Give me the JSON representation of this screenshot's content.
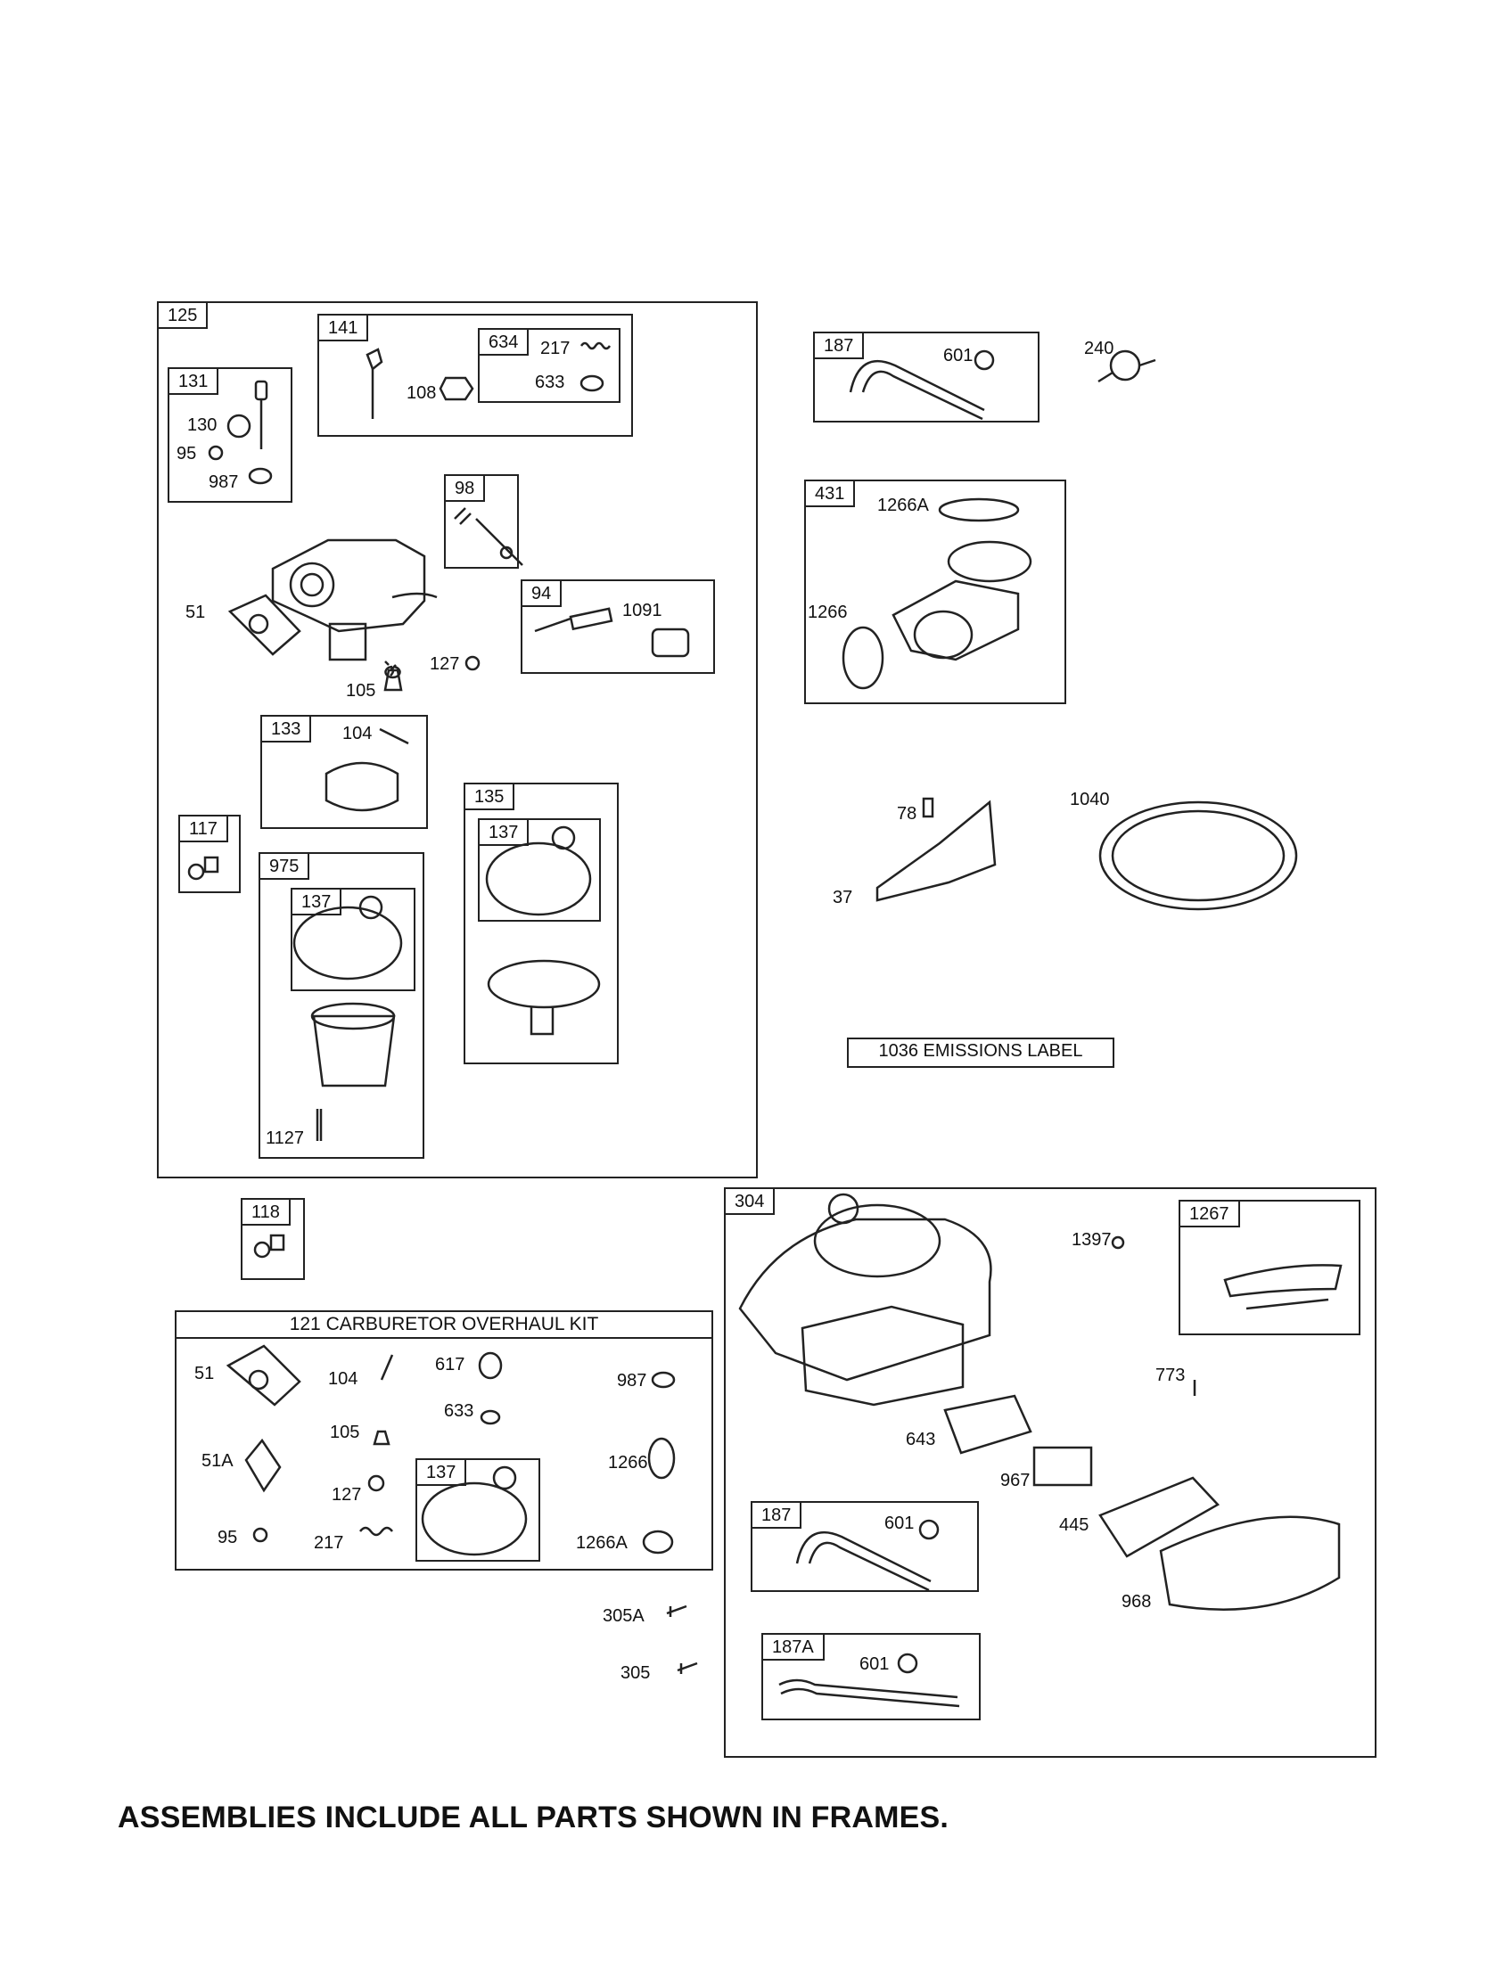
{
  "frames": {
    "f125": "125",
    "f131": "131",
    "f141": "141",
    "f634": "634",
    "f98": "98",
    "f94": "94",
    "f133": "133",
    "f117": "117",
    "f975": "975",
    "f137a": "137",
    "f135": "135",
    "f137b": "137",
    "f118": "118",
    "f187a": "187",
    "f431": "431",
    "f304": "304",
    "f1267": "1267",
    "f187b": "187",
    "f187A": "187A",
    "f137c": "137"
  },
  "labels": {
    "l130": "130",
    "l95a": "95",
    "l987a": "987",
    "l108": "108",
    "l217a": "217",
    "l633a": "633",
    "l51a": "51",
    "l127a": "127",
    "l105a": "105",
    "l1091": "1091",
    "l104a": "104",
    "l1127": "1127",
    "l601a": "601",
    "l240": "240",
    "l1266Aa": "1266A",
    "l1266a": "1266",
    "l78": "78",
    "l1040": "1040",
    "l37": "37",
    "l51b": "51",
    "l104b": "104",
    "l617": "617",
    "l987b": "987",
    "l633b": "633",
    "l105b": "105",
    "l51A": "51A",
    "l127b": "127",
    "l1266b": "1266",
    "l95b": "95",
    "l217b": "217",
    "l1266Ab": "1266A",
    "l305A": "305A",
    "l305": "305",
    "l1397": "1397",
    "l773": "773",
    "l643": "643",
    "l967": "967",
    "l601b": "601",
    "l445": "445",
    "l968": "968",
    "l601c": "601"
  },
  "kit_title": "121 CARBURETOR OVERHAUL KIT",
  "emissions_label": "1036 EMISSIONS LABEL",
  "footer_note": "ASSEMBLIES INCLUDE ALL PARTS SHOWN IN FRAMES."
}
